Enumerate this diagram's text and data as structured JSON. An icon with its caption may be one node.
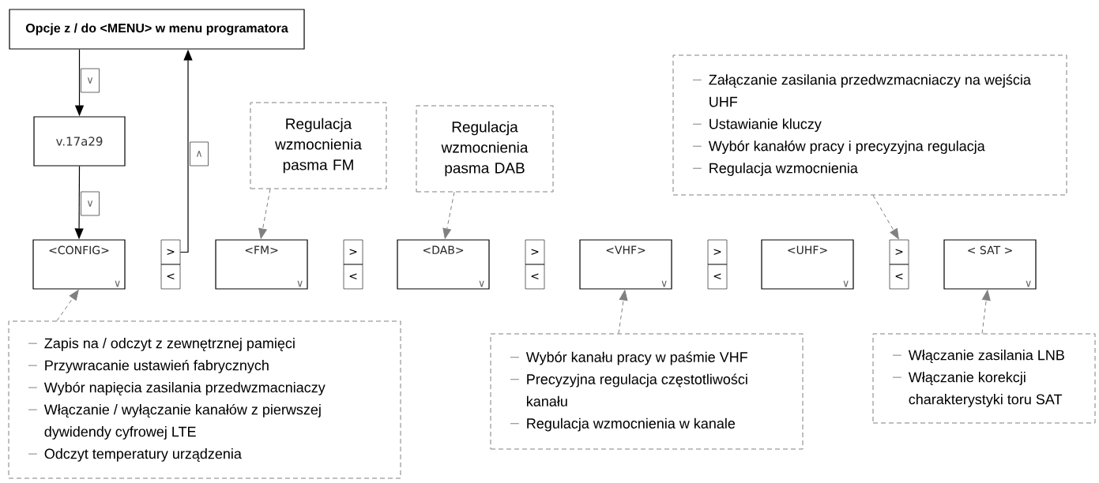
{
  "diagram": {
    "nodes": [
      {
        "text": [
          "Opcje z / do <MENU> w menu programatora"
        ]
      },
      {
        "text": [
          "v.17a29"
        ]
      },
      {
        "text": [
          "Regulacja wzmocnienia pasma FM"
        ]
      },
      {
        "text": [
          "Regulacja wzmocnienia pasma DAB"
        ]
      },
      {
        "text": [
          "Załączanie zasilania przedwzmacniaczy na wejścia UHF",
          "Ustawianie kluczy",
          "Wybór kanałów pracy i precyzyjna regulacja",
          "Regulacja wzmocnienia"
        ]
      },
      {
        "text": [
          "<CONFIG>",
          "∨"
        ]
      },
      {
        "text": [
          ">"
        ]
      },
      {
        "text": [
          "<"
        ]
      },
      {
        "text": [
          "<FM>",
          "∨"
        ]
      },
      {
        "text": [
          ">"
        ]
      },
      {
        "text": [
          "<"
        ]
      },
      {
        "text": [
          "<DAB>",
          "∨"
        ]
      },
      {
        "text": [
          ">"
        ]
      },
      {
        "text": [
          "<"
        ]
      },
      {
        "text": [
          "<VHF>",
          "∨"
        ]
      },
      {
        "text": [
          ">"
        ]
      },
      {
        "text": [
          "<"
        ]
      },
      {
        "text": [
          "<UHF>",
          "∨"
        ]
      },
      {
        "text": [
          ">"
        ]
      },
      {
        "text": [
          "<"
        ]
      },
      {
        "text": [
          "< SAT >",
          "∨"
        ]
      },
      {
        "text": [
          "Zapis na / odczyt z zewnętrznej pamięci",
          "Przywracanie ustawień fabrycznych",
          "Wybór napięcia zasilania przedwzmacniaczy",
          "Włączanie / wyłączanie kanałów z pierwszej dywidendy cyfrowej LTE",
          "Odczyt temperatury urządzenia"
        ]
      },
      {
        "text": [
          "Wybór kanału pracy w paśmie VHF",
          "Precyzyjna regulacja częstotliwości kanału",
          "Regulacja wzmocnienia w kanale"
        ]
      },
      {
        "text": [
          "Włączanie zasilania LNB",
          "Włączanie korekcji charakterystyki toru SAT"
        ]
      }
    ],
    "edges": [
      {
        "from": 0,
        "to": 1,
        "arrow": "to",
        "label": "∨",
        "color": "#000000"
      },
      {
        "from": 1,
        "to": 5,
        "arrow": "to",
        "label": "∨",
        "color": "#000000"
      },
      {
        "from": 6,
        "to": 0,
        "arrow": "to",
        "label": "∧",
        "color": "#000000"
      },
      {
        "from": 2,
        "to": 8,
        "arrow": "to",
        "style": "dashed",
        "color": "#808080"
      },
      {
        "from": 3,
        "to": 11,
        "arrow": "to",
        "style": "dashed",
        "color": "#808080"
      },
      {
        "from": 4,
        "to": 18,
        "arrow": "to",
        "style": "dashed",
        "color": "#808080"
      },
      {
        "from": 21,
        "to": 5,
        "arrow": "to",
        "style": "dashed",
        "color": "#808080"
      },
      {
        "from": 22,
        "to": 14,
        "arrow": "to",
        "style": "dashed",
        "color": "#808080"
      },
      {
        "from": 23,
        "to": 20,
        "arrow": "to",
        "style": "dashed",
        "color": "#808080"
      }
    ]
  }
}
